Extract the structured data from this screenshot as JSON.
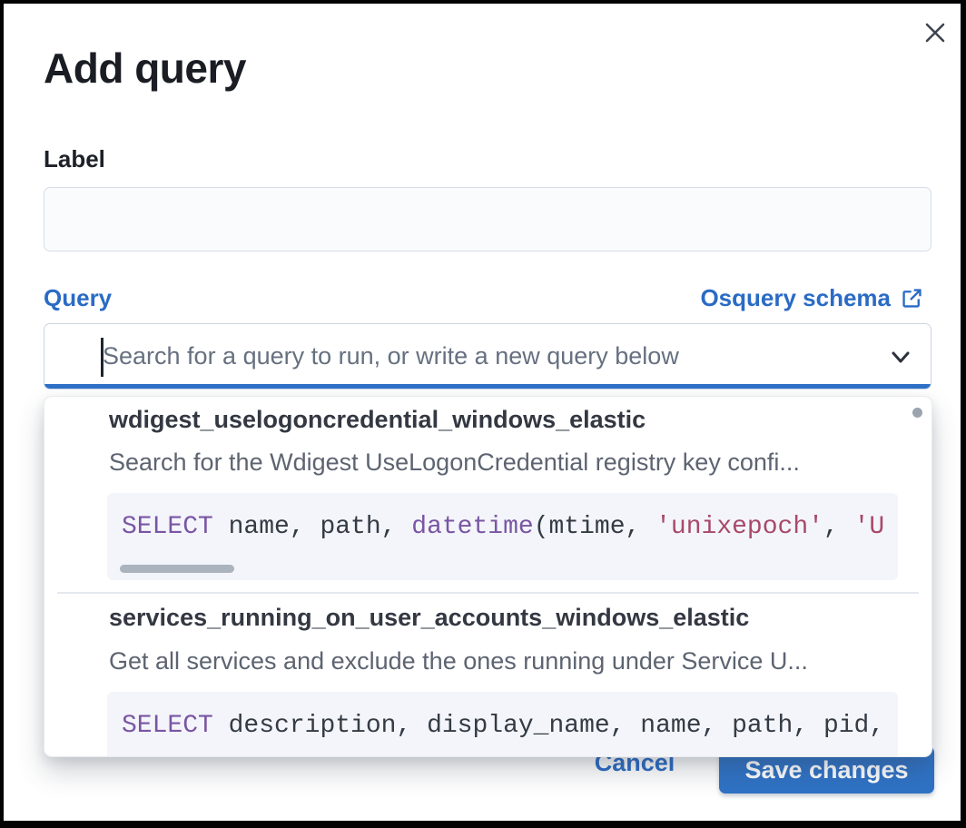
{
  "modal": {
    "title": "Add query"
  },
  "label_field": {
    "label": "Label",
    "value": ""
  },
  "query_field": {
    "label": "Query",
    "schema_link": "Osquery schema",
    "placeholder": "Search for a query to run, or write a new query below"
  },
  "options": [
    {
      "name": "wdigest_uselogoncredential_windows_elastic",
      "description": "Search for the Wdigest UseLogonCredential registry key confi...",
      "sql": [
        {
          "t": "SELECT",
          "c": "kw"
        },
        {
          "t": " name, path, ",
          "c": "d"
        },
        {
          "t": "datetime",
          "c": "kw"
        },
        {
          "t": "(mtime, ",
          "c": "d"
        },
        {
          "t": "'unixepoch'",
          "c": "str"
        },
        {
          "t": ", ",
          "c": "d"
        },
        {
          "t": "'U",
          "c": "str"
        }
      ]
    },
    {
      "name": "services_running_on_user_accounts_windows_elastic",
      "description": "Get all services and exclude the ones running under Service U...",
      "sql": [
        {
          "t": "SELECT",
          "c": "kw"
        },
        {
          "t": " description, display_name, name, path, pid,",
          "c": "d"
        }
      ]
    }
  ],
  "footer": {
    "cancel": "Cancel",
    "save": "Save changes"
  },
  "icons": {
    "close": "x-cross",
    "external_link": "box-with-arrow",
    "chevron": "chevron-down"
  },
  "colors": {
    "primary_blue": "#2a6bc5",
    "button_blue": "#2f72c5",
    "focus_underline": "#2e6fc7",
    "title_text": "#1a1d23",
    "body_text": "#343741",
    "muted_text": "#5d6471",
    "code_background": "#f3f5fa",
    "code_keyword": "#7a55a3",
    "code_string": "#a84968",
    "input_border": "#d6dde8"
  }
}
